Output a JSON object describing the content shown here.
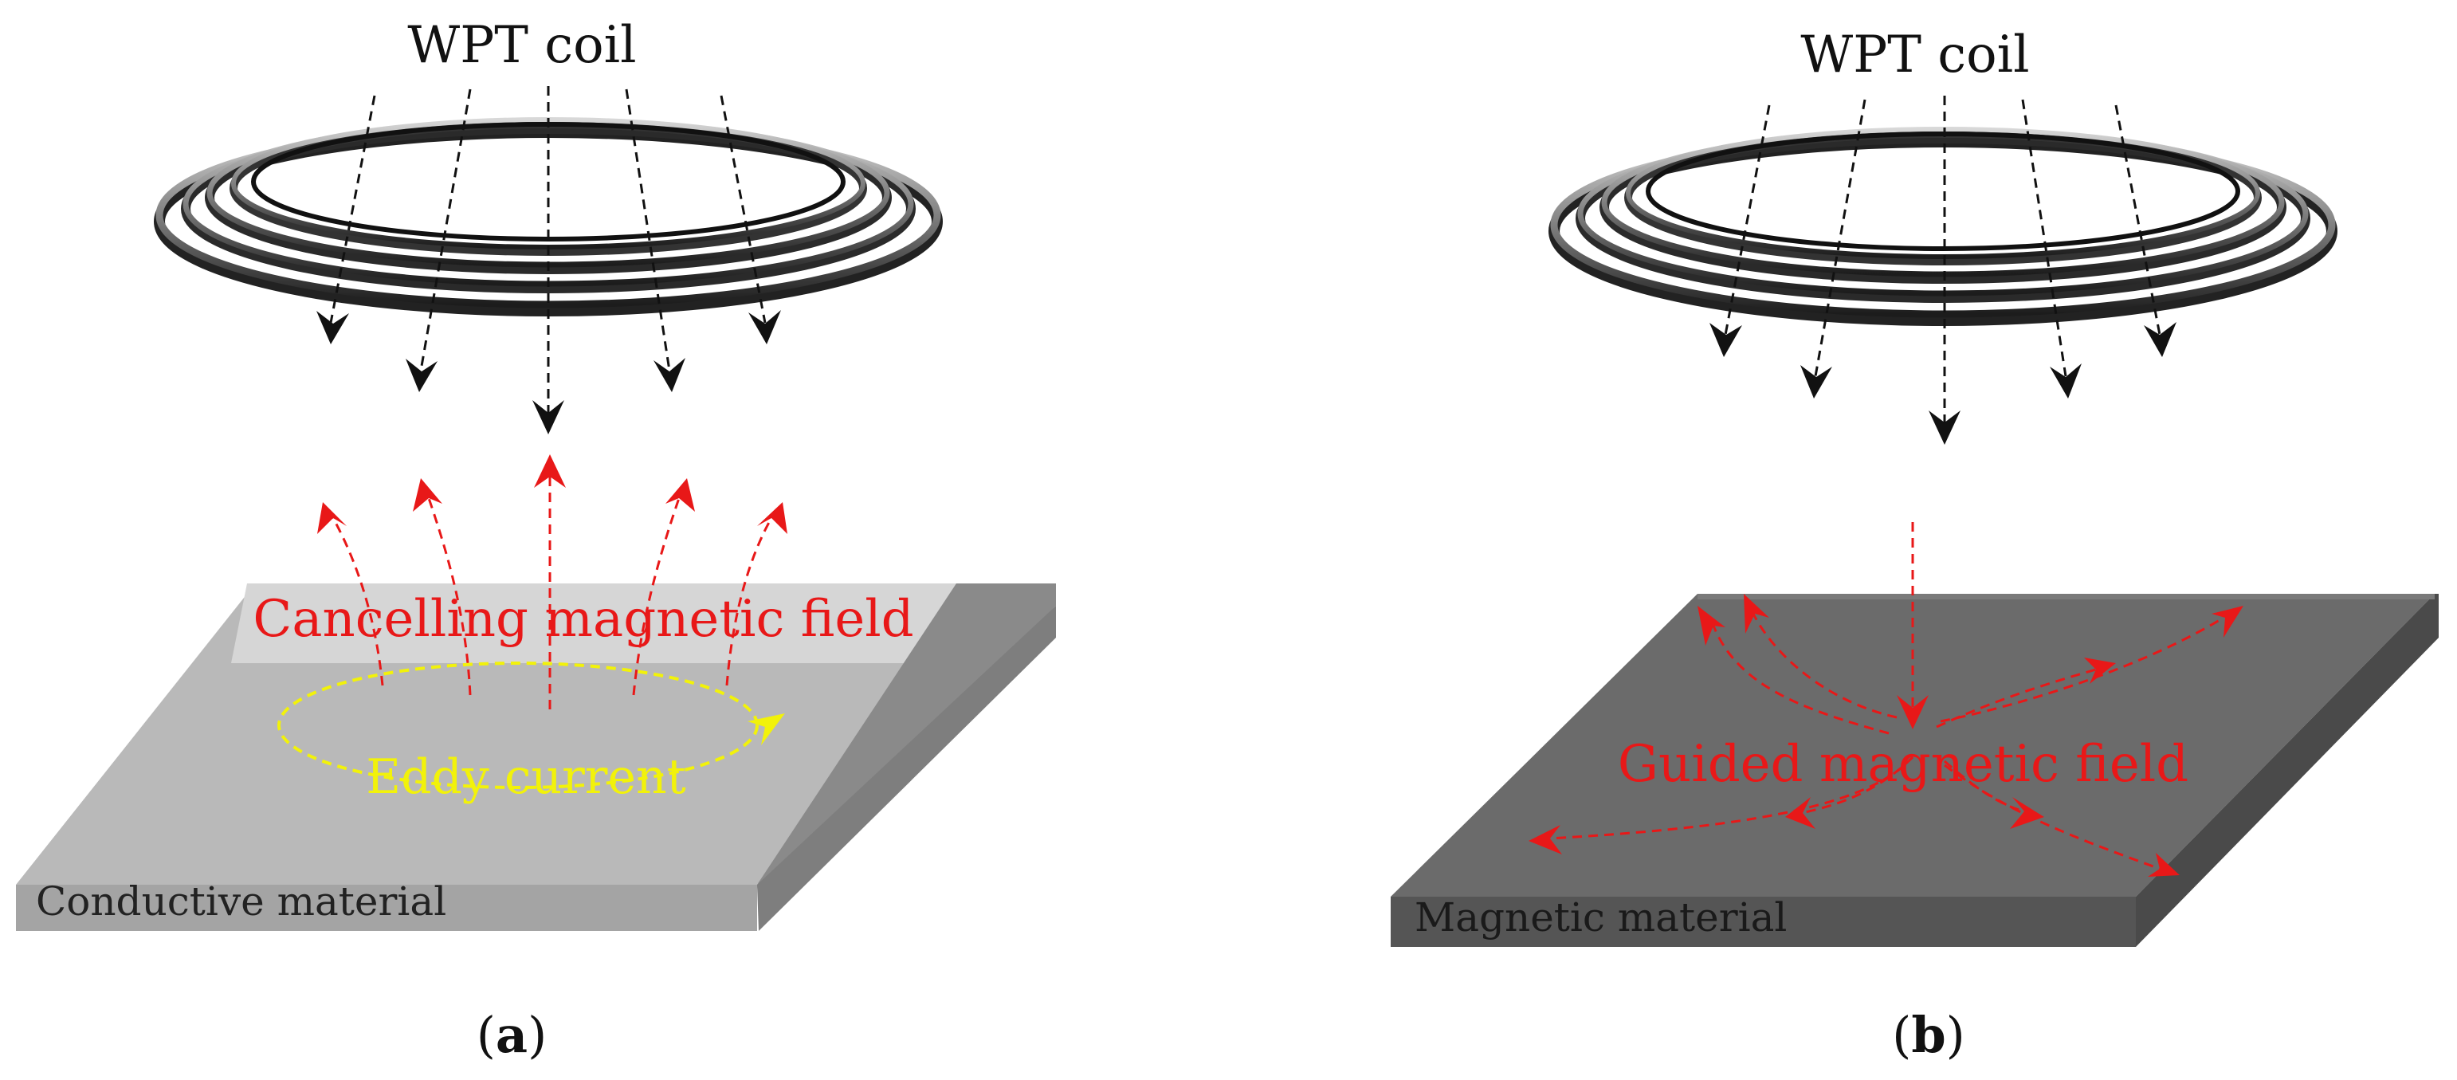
{
  "panel_a": {
    "coil_label": "WPT coil",
    "field_label": "Cancelling magnetic field",
    "current_label": "Eddy current",
    "material_label": "Conductive material",
    "caption_open": "(",
    "caption_letter": "a",
    "caption_close": ")"
  },
  "panel_b": {
    "coil_label": "WPT coil",
    "field_label": "Guided magnetic field",
    "material_label": "Magnetic material",
    "caption_open": "(",
    "caption_letter": "b",
    "caption_close": ")"
  },
  "colors": {
    "field_arrow": "#e81818",
    "coil_flux_arrow": "#111111",
    "eddy_current": "#f2f20a",
    "conductive_plate": "#b9b9b9",
    "magnetic_plate": "#6b6b6b"
  }
}
